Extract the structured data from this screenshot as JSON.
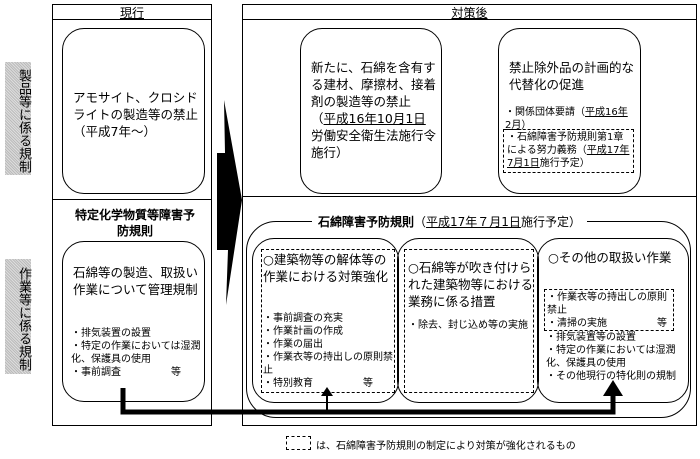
{
  "side_labels": {
    "products": "製品等に係る規制",
    "work": "作業等に係る規制"
  },
  "current": {
    "header": "現行",
    "product_text": "アモサイト、クロシドライトの製造等の禁止（平成7年～）",
    "regulation_title": "特定化学物質等障害予防規則",
    "work_text": "石綿等の製造、取扱い作業について管理規制",
    "work_bullets": [
      "・排気装置の設置",
      "・特定の作業においては湿潤化、保護具の使用",
      "・事前調査　　　　　等"
    ]
  },
  "after": {
    "header": "対策後",
    "ban_text": "新たに、石綿を含有する建材、摩擦材、接着剤の製造等の禁止",
    "ban_date": "平成16年10月1日",
    "ban_open": "（",
    "ban_note": "労働安全衛生法施行令施行）",
    "substitute_text": "禁止除外品の計画的な代替化の促進",
    "substitute_bullet1_pre": "・関係団体要請（",
    "substitute_bullet1_date": "平成16年2月",
    "substitute_bullet1_post": "）",
    "substitute_bullet2_pre": "・石綿障害予防規則第1章による努力義務（",
    "substitute_bullet2_date": "平成17年7月1日",
    "substitute_bullet2_post": "施行予定）",
    "rule_title": "石綿障害予防規則",
    "rule_open": "（",
    "rule_date": "平成17年７月1日",
    "rule_post": "施行予定）",
    "demolition": {
      "title": "○建築物等の解体等の作業における対策強化",
      "bullets": [
        "・事前調査の充実",
        "・作業計画の作成",
        "・作業の届出",
        "・作業衣等の持出しの原則禁止",
        "・特別教育　　　　　等"
      ]
    },
    "sprayed": {
      "title": "○石綿等が吹き付けられた建築物等における業務に係る措置",
      "bullets": [
        "・除去、封じ込め等の実施"
      ]
    },
    "other": {
      "title": "○その他の取扱い作業",
      "dashed_bullets": [
        "・作業衣等の持出しの原則禁止",
        "・清掃の実施　　　　　等"
      ],
      "bullets": [
        "・排気装置等の設置",
        "・特定の作業においては湿潤化、保護具の使用",
        "・その他現行の特化則の規制"
      ]
    }
  },
  "legend": "は、石綿障害予防規則の制定により対策が強化されるもの"
}
